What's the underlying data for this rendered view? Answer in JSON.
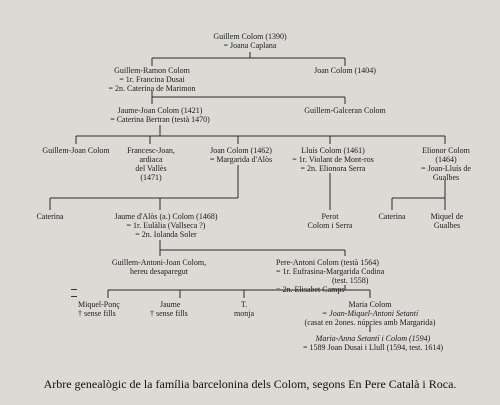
{
  "caption": "Arbre genealògic de la família barcelonina dels Colom, segons En Pere Català i Roca.",
  "people": {
    "guillem": {
      "l1": "Guillem Colom (1390)",
      "l2": "= Joana Caplana"
    },
    "guillem_ramon": {
      "l1": "Guillem-Ramon Colom",
      "l2": "= 1r. Francina Dusai",
      "l3": "= 2n. Caterina de Marimon"
    },
    "joan_1404": {
      "l1": "Joan Colom (1404)"
    },
    "jaume_joan": {
      "l1": "Jaume-Joan Colom (1421)",
      "l2": "= Caterina Bertran (testà 1470)"
    },
    "guillem_galceran": {
      "l1": "Guillem-Galceran Colom"
    },
    "guillem_joan": {
      "l1": "Guillem-Joan Colom"
    },
    "francesc_joan": {
      "l1": "Francesc-Joan,",
      "l2": "ardiaca",
      "l3": "del Vallès",
      "l4": "(1471)"
    },
    "joan_1462": {
      "l1": "Joan Colom (1462)",
      "l2": "= Margarida d'Alòs"
    },
    "lluis": {
      "l1": "Lluís Colom (1461)",
      "l2": "= 1r. Violant de Mont-ros",
      "l3": "= 2n. Elionora Serra"
    },
    "elionor": {
      "l1": "Elionor Colom",
      "l2": "(1464)",
      "l3": "= Joan-Lluís de",
      "l4": "Gualbes"
    },
    "caterina_a": {
      "l1": "Caterina"
    },
    "jaume_alos": {
      "l1": "Jaume d'Alòs (a.) Colom (1468)",
      "l2": "= 1r. Eulàlia (Vallseca ?)",
      "l3": "= 2n. Iolanda Soler"
    },
    "perot": {
      "l1": "Perot",
      "l2": "Colom i Serra"
    },
    "caterina_b": {
      "l1": "Caterina"
    },
    "miquel_gualbes": {
      "l1": "Miquel de",
      "l2": "Gualbes"
    },
    "guillem_antoni": {
      "l1": "Guillem-Antoni-Joan Colom,",
      "l2": "hereu desaparegut"
    },
    "pere_antoni": {
      "l1": "Pere-Antoni Colom (testà 1564)",
      "l2": "= 1r. Eufrasina-Margarida Codina",
      "l3": "(test. 1558)",
      "l4": "= 2n. Elisabet Camps"
    },
    "miquel_ponc": {
      "l1": "Miquel-Ponç",
      "l2": "† sense fills"
    },
    "jaume": {
      "l1": "Jaume",
      "l2": "† sense fills"
    },
    "t_monja": {
      "l1": "T.",
      "l2": "monja"
    },
    "maria": {
      "l1": "Maria Colom",
      "l2": "= Joan-Miquel-Antoni Setantí",
      "l3": "(casat en 2ones. núpcies amb Margarida)"
    },
    "maria_anna": {
      "l1": "Maria-Anna Setantí i Colom (1594)",
      "l2": "= 1589 Joan Dusai i Llull (1594, test. 1614)"
    }
  }
}
